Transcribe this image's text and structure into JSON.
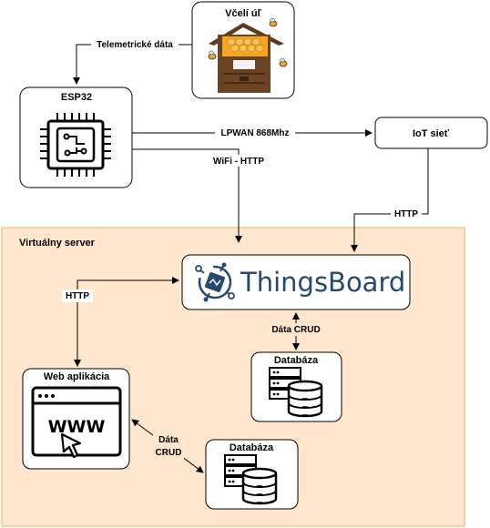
{
  "nodes": {
    "beehive": "Včelí úľ",
    "esp32": "ESP32",
    "iot_network": "IoT sieť",
    "virtual_server": "Virtuálny server",
    "thingsboard": "ThingsBoard",
    "database_tb": "Databáza",
    "web_app": "Web aplikácia",
    "database_web": "Databáza",
    "www_text": "WWW"
  },
  "edges": {
    "telemetry": "Telemetrické dáta",
    "lpwan": "LPWAN 868Mhz",
    "wifi_http": "WiFi - HTTP",
    "iot_http": "HTTP",
    "web_http": "HTTP",
    "tb_crud": "Dáta CRUD",
    "web_crud_line1": "Dáta",
    "web_crud_line2": "CRUD"
  },
  "colors": {
    "server_fill": "#ffe6cc",
    "server_border": "#f0b070",
    "thingsboard_brand": "#27496d",
    "hive_roof": "#5b3a1e",
    "honeycomb": "#f5a623"
  }
}
